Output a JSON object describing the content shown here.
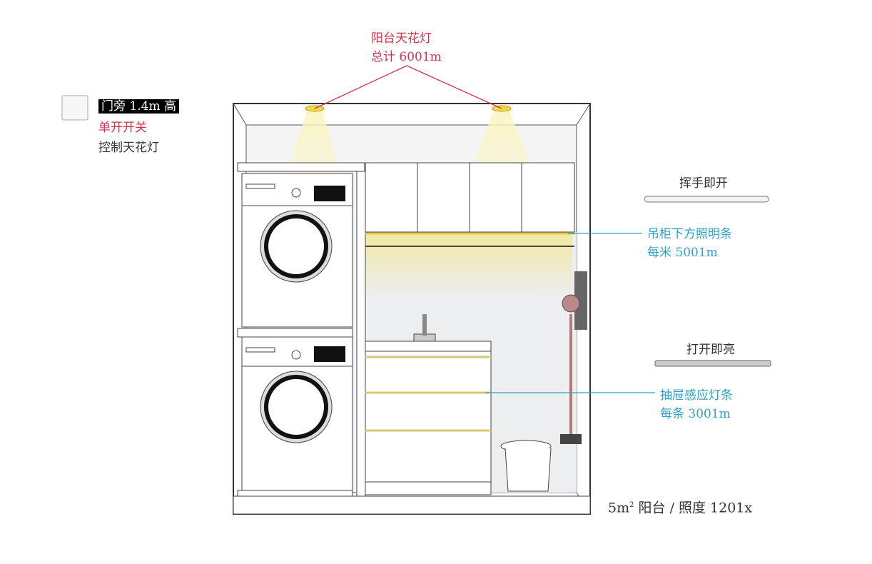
{
  "ceiling_light": {
    "title": "阳台天花灯",
    "detail": "总计 6001m"
  },
  "switch": {
    "position": "门旁 1.4m 高",
    "type": "单开开关",
    "function": "控制天花灯"
  },
  "cabinet_strip": {
    "caption": "挥手即开",
    "title": "吊柜下方照明条",
    "detail": "每米 5001m"
  },
  "drawer_strip": {
    "caption": "打开即亮",
    "title": "抽屉感应灯条",
    "detail": "每条 3001m"
  },
  "footer": {
    "area": "5m",
    "area_sup": "2",
    "desc": " 阳台 / 照度 1201x"
  },
  "colors": {
    "red": "#d2334a",
    "blue": "#2aa3c7",
    "light": "#f3e98a"
  }
}
